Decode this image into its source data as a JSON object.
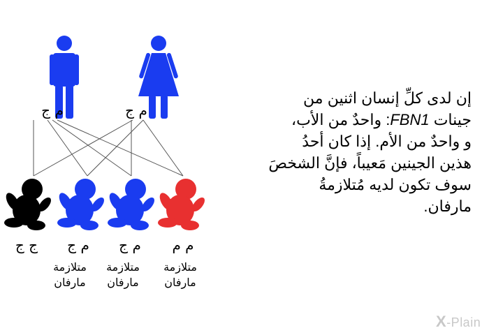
{
  "parents": {
    "father": {
      "genes": "م ج",
      "color": "#1a3cf0"
    },
    "mother": {
      "genes": "م ج",
      "color": "#1a3cf0"
    }
  },
  "babies": [
    {
      "genes": "ج ج",
      "label_line1": "",
      "label_line2": "",
      "color": "#000000"
    },
    {
      "genes": "م ج",
      "label_line1": "متلازمة",
      "label_line2": "مارفان",
      "color": "#1a3cf0"
    },
    {
      "genes": "م ج",
      "label_line1": "متلازمة",
      "label_line2": "مارفان",
      "color": "#1a3cf0"
    },
    {
      "genes": "م م",
      "label_line1": "متلازمة",
      "label_line2": "مارفان",
      "color": "#e83030"
    }
  ],
  "paragraph": {
    "line1": "إن لدى كلِّ إنسان اثنين من",
    "line2_before": "جينات",
    "line2_latin": "FBN1",
    "line2_after": ": واحدٌ من الأب،",
    "line3": "و واحدٌ من الأم. إذا كان أحدُ",
    "line4": "هذين الجينين مَعيباً، فإنَّ الشخصَ",
    "line5": "سوف تكون لديه مُتلازمةُ",
    "line6": "مارفان."
  },
  "logo": {
    "mark": "X",
    "text": "-Plain",
    "color": "#c8c8c8"
  }
}
